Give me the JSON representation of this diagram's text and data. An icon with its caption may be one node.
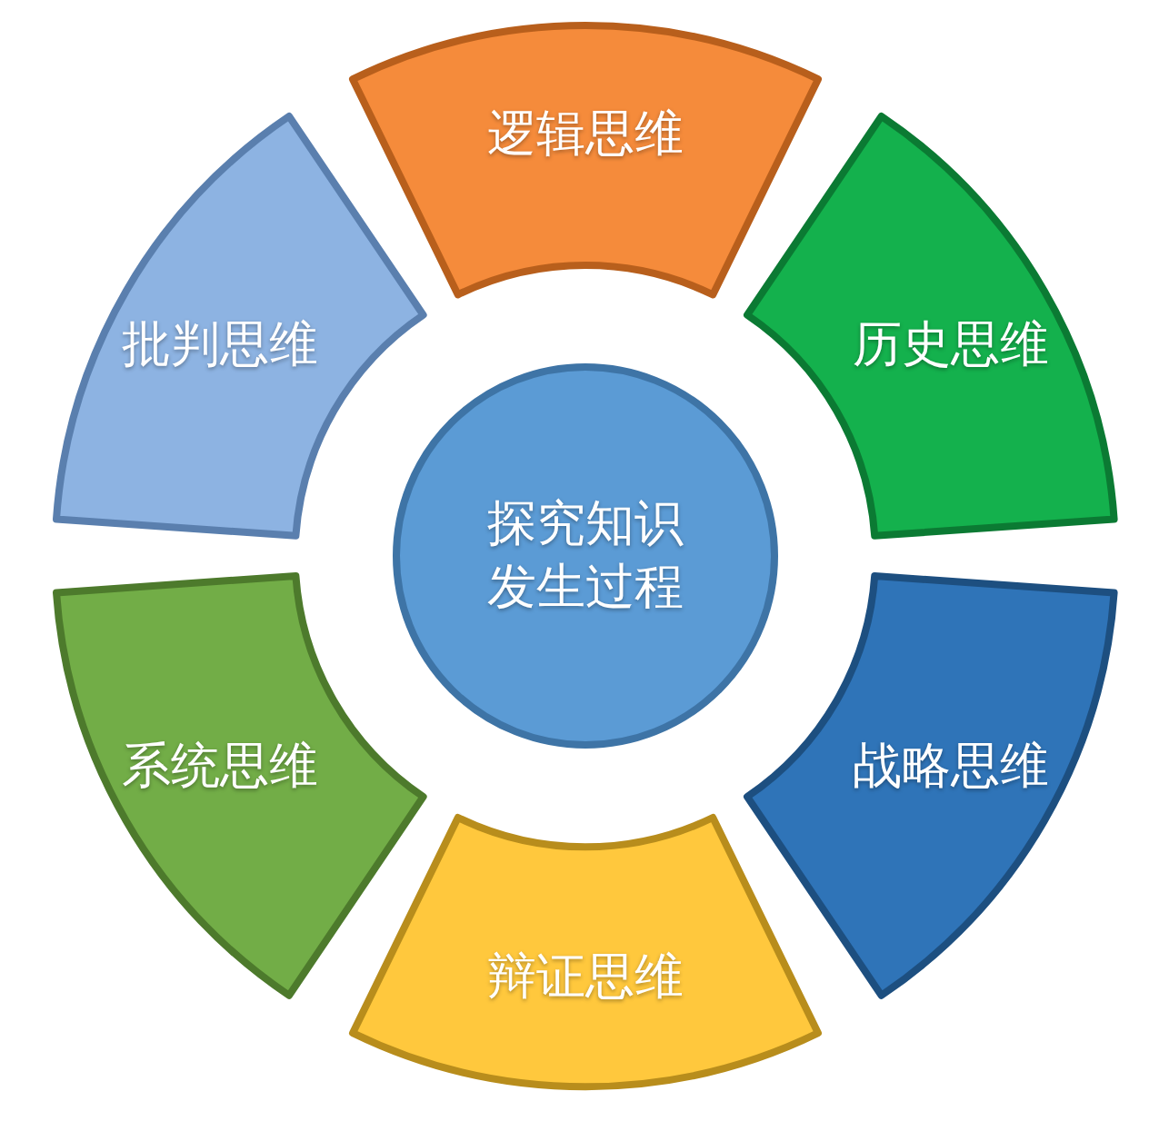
{
  "diagram": {
    "nodes": [
      {
        "text": [
          "逻辑思维"
        ]
      },
      {
        "text": [
          "批判思维"
        ]
      },
      {
        "text": [
          "历史思维"
        ]
      },
      {
        "text": [
          "探究知识发生过程"
        ]
      },
      {
        "text": [
          "系统思维"
        ]
      },
      {
        "text": [
          "战略思维"
        ]
      },
      {
        "text": [
          "辩证思维"
        ]
      }
    ]
  }
}
